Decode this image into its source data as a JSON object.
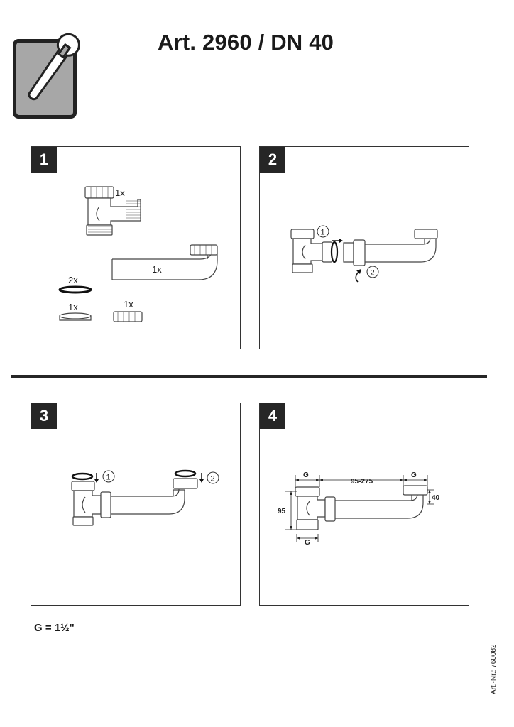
{
  "header": {
    "title": "Art. 2960 / DN 40",
    "icon": "wrench-icon"
  },
  "steps": [
    {
      "number": "1",
      "labels": {
        "trap": "1x",
        "pipe": "1x",
        "seal": "2x",
        "disc": "1x",
        "nut": "1x"
      }
    },
    {
      "number": "2",
      "callouts": [
        "1",
        "2"
      ]
    },
    {
      "number": "3",
      "callouts": [
        "1",
        "2"
      ]
    },
    {
      "number": "4",
      "dimensions": {
        "g_top_left": "G",
        "range": "95-275",
        "g_top_right": "G",
        "height": "95",
        "offset": "40",
        "g_bottom": "G"
      }
    }
  ],
  "note": "G = 1½\"",
  "article_number": "Art.-Nr.: 760082"
}
